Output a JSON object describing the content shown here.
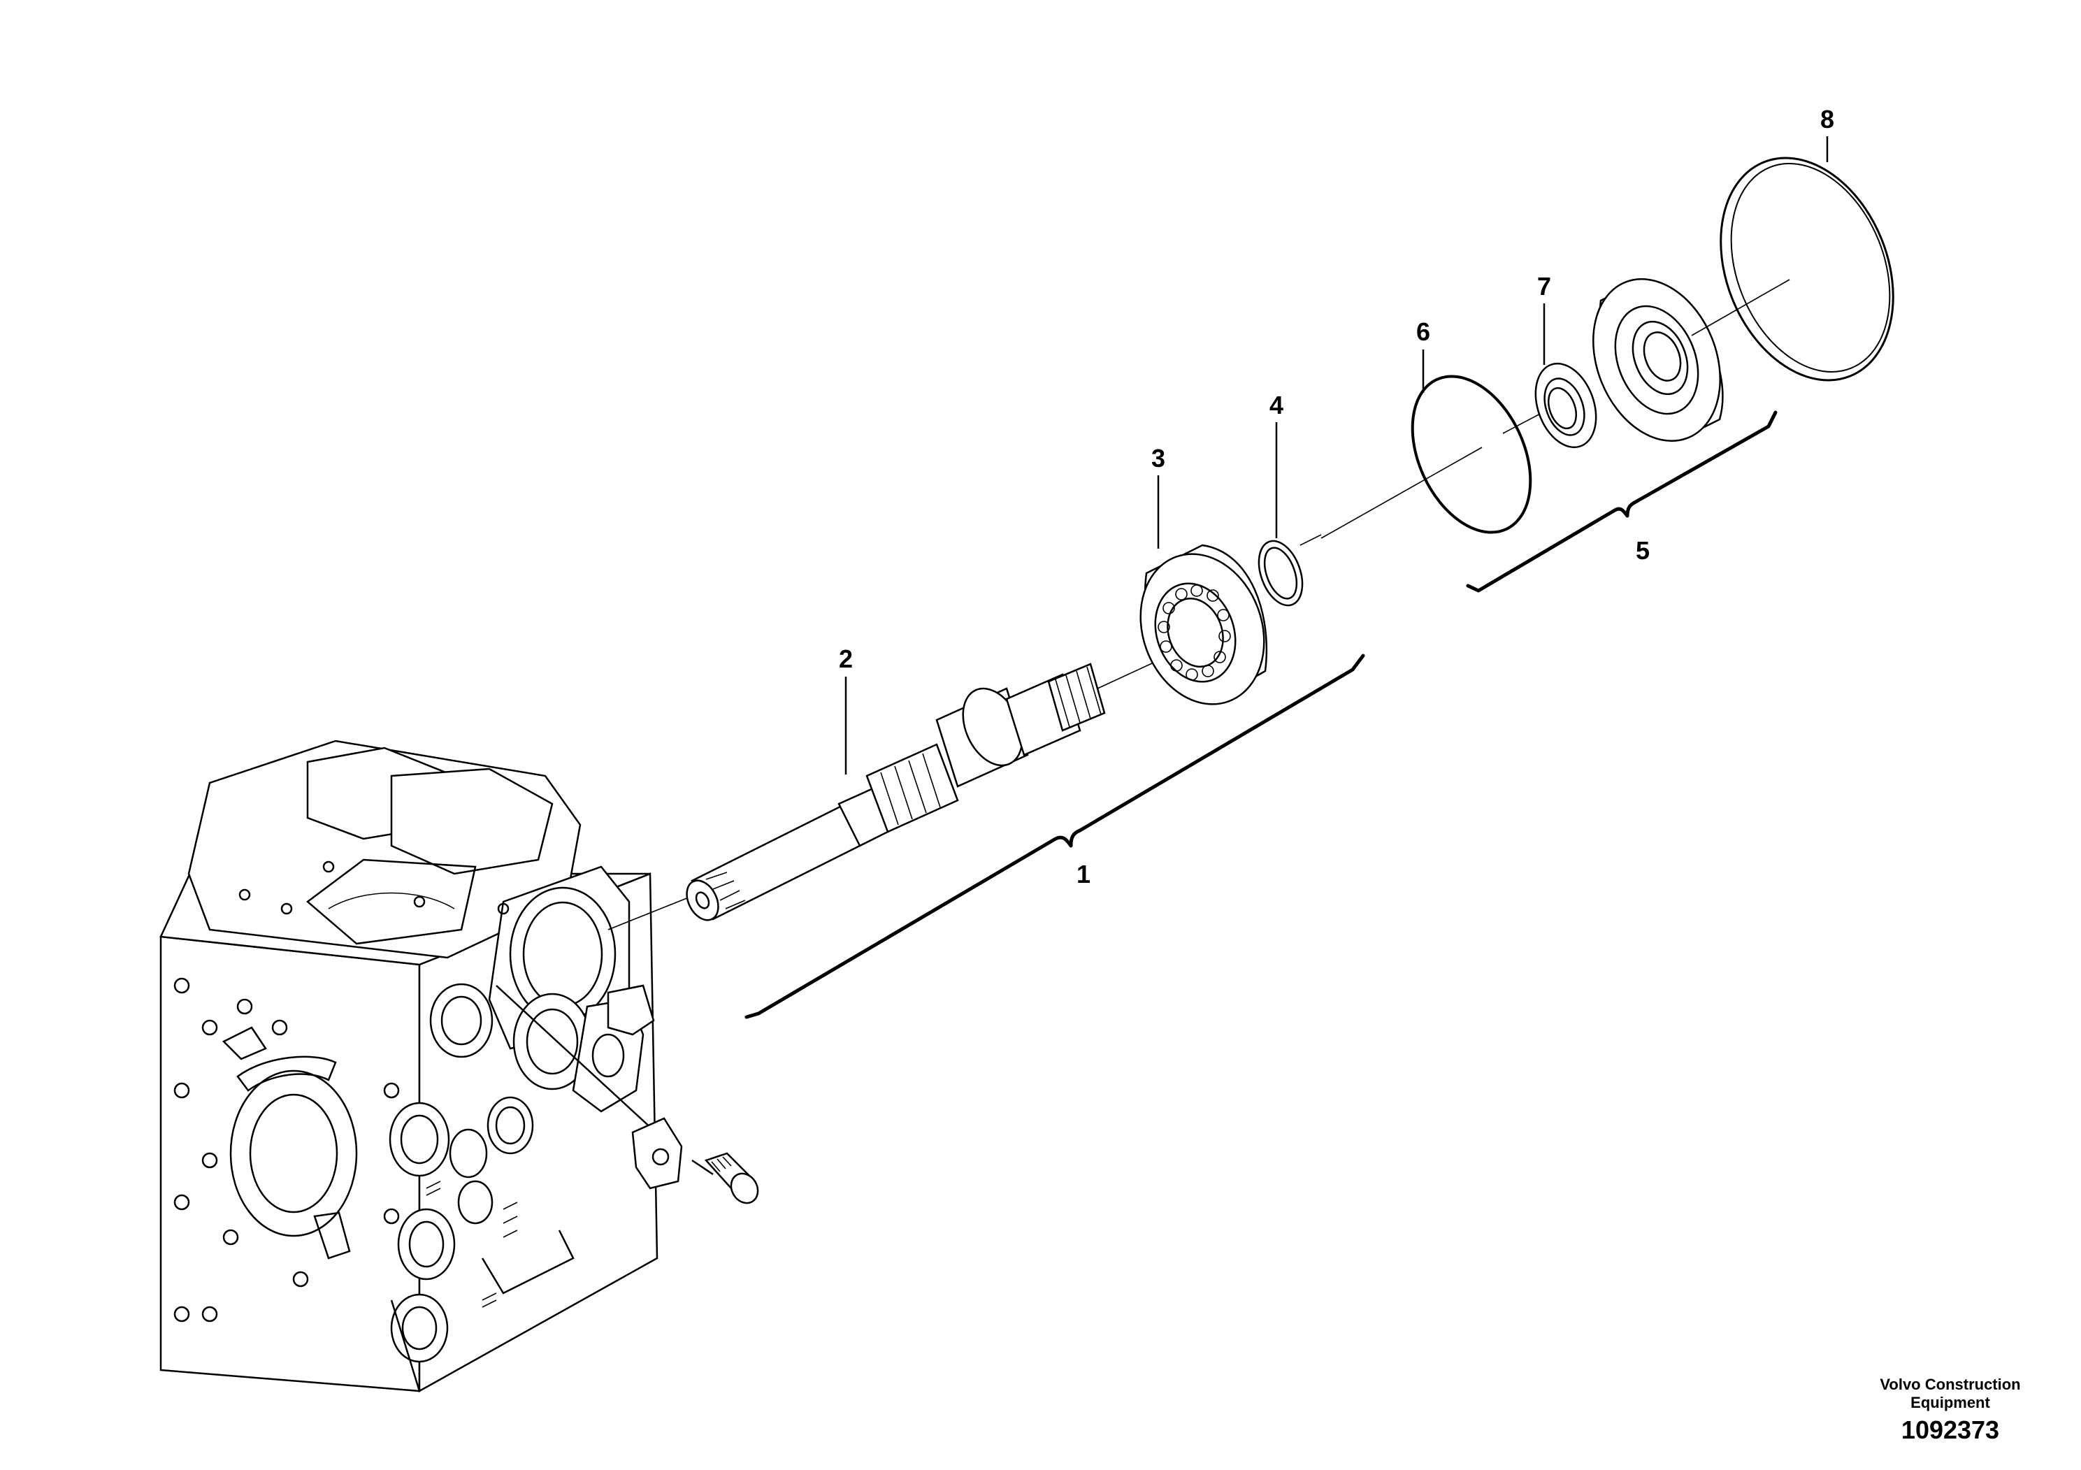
{
  "callouts": [
    "1",
    "2",
    "3",
    "4",
    "5",
    "6",
    "7",
    "8"
  ],
  "branding": {
    "company_line1": "Volvo Construction",
    "company_line2": "Equipment",
    "drawing_number": "1092373"
  }
}
